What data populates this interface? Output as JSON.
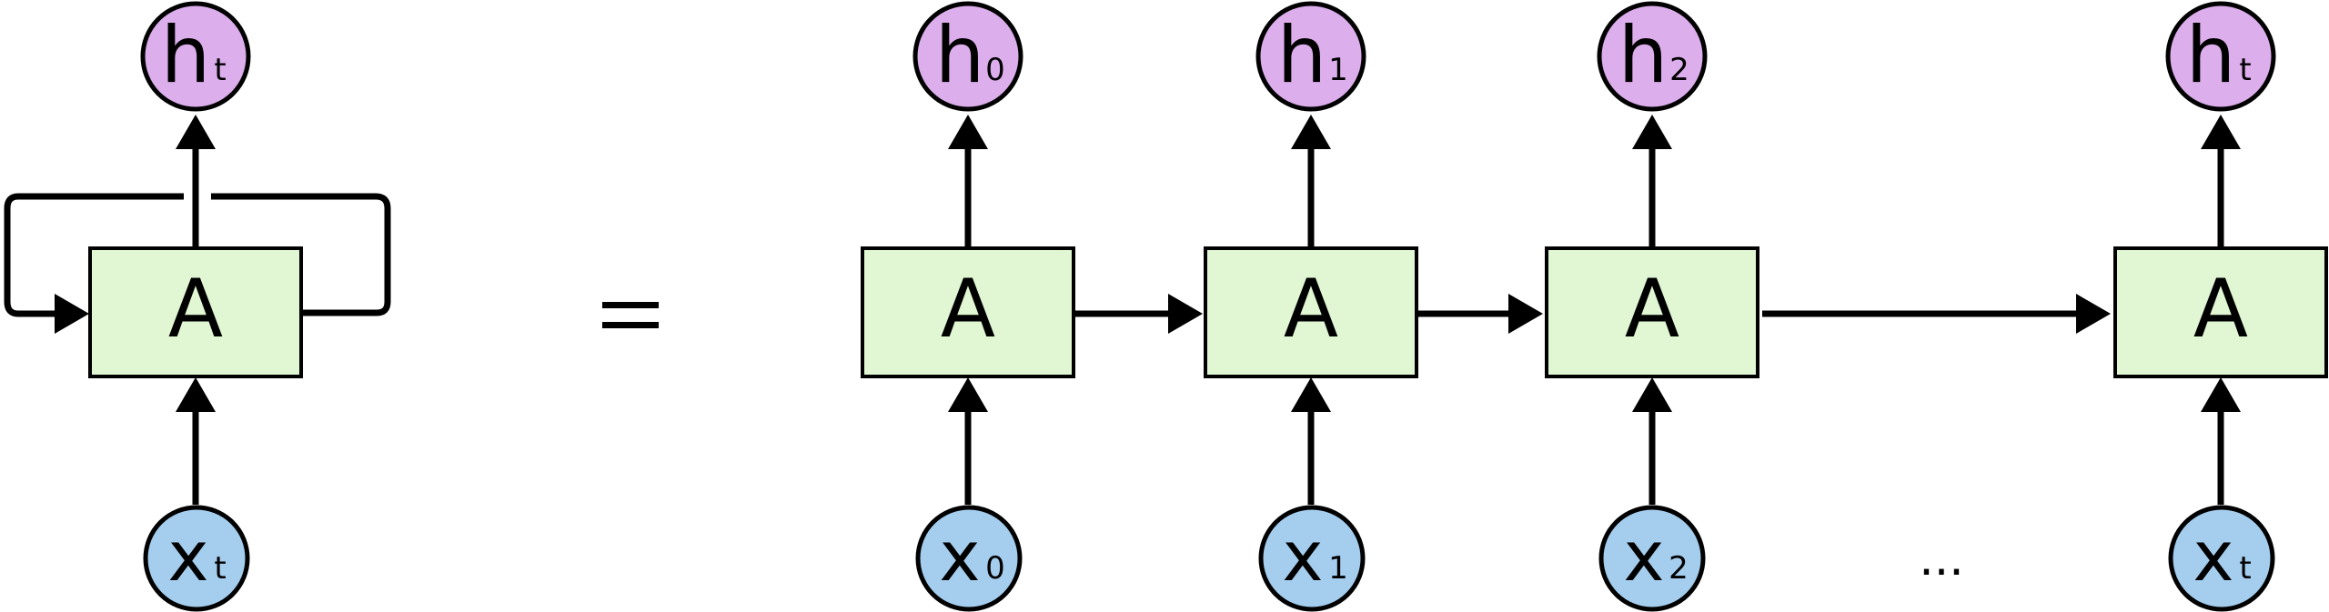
{
  "colors": {
    "cell_fill": "#e1f7d3",
    "output_fill": "#dcaeec",
    "input_fill": "#a4cdee",
    "stroke": "#000000"
  },
  "folded": {
    "cell_label": "A",
    "output": {
      "main": "h",
      "sub": "t"
    },
    "input": {
      "main": "x",
      "sub": "t"
    }
  },
  "equals_sign": "=",
  "unrolled": [
    {
      "cell_label": "A",
      "output": {
        "main": "h",
        "sub": "0"
      },
      "input": {
        "main": "x",
        "sub": "0"
      }
    },
    {
      "cell_label": "A",
      "output": {
        "main": "h",
        "sub": "1"
      },
      "input": {
        "main": "x",
        "sub": "1"
      }
    },
    {
      "cell_label": "A",
      "output": {
        "main": "h",
        "sub": "2"
      },
      "input": {
        "main": "x",
        "sub": "2"
      }
    },
    {
      "cell_label": "A",
      "output": {
        "main": "h",
        "sub": "t"
      },
      "input": {
        "main": "x",
        "sub": "t"
      }
    }
  ],
  "ellipsis": "..."
}
